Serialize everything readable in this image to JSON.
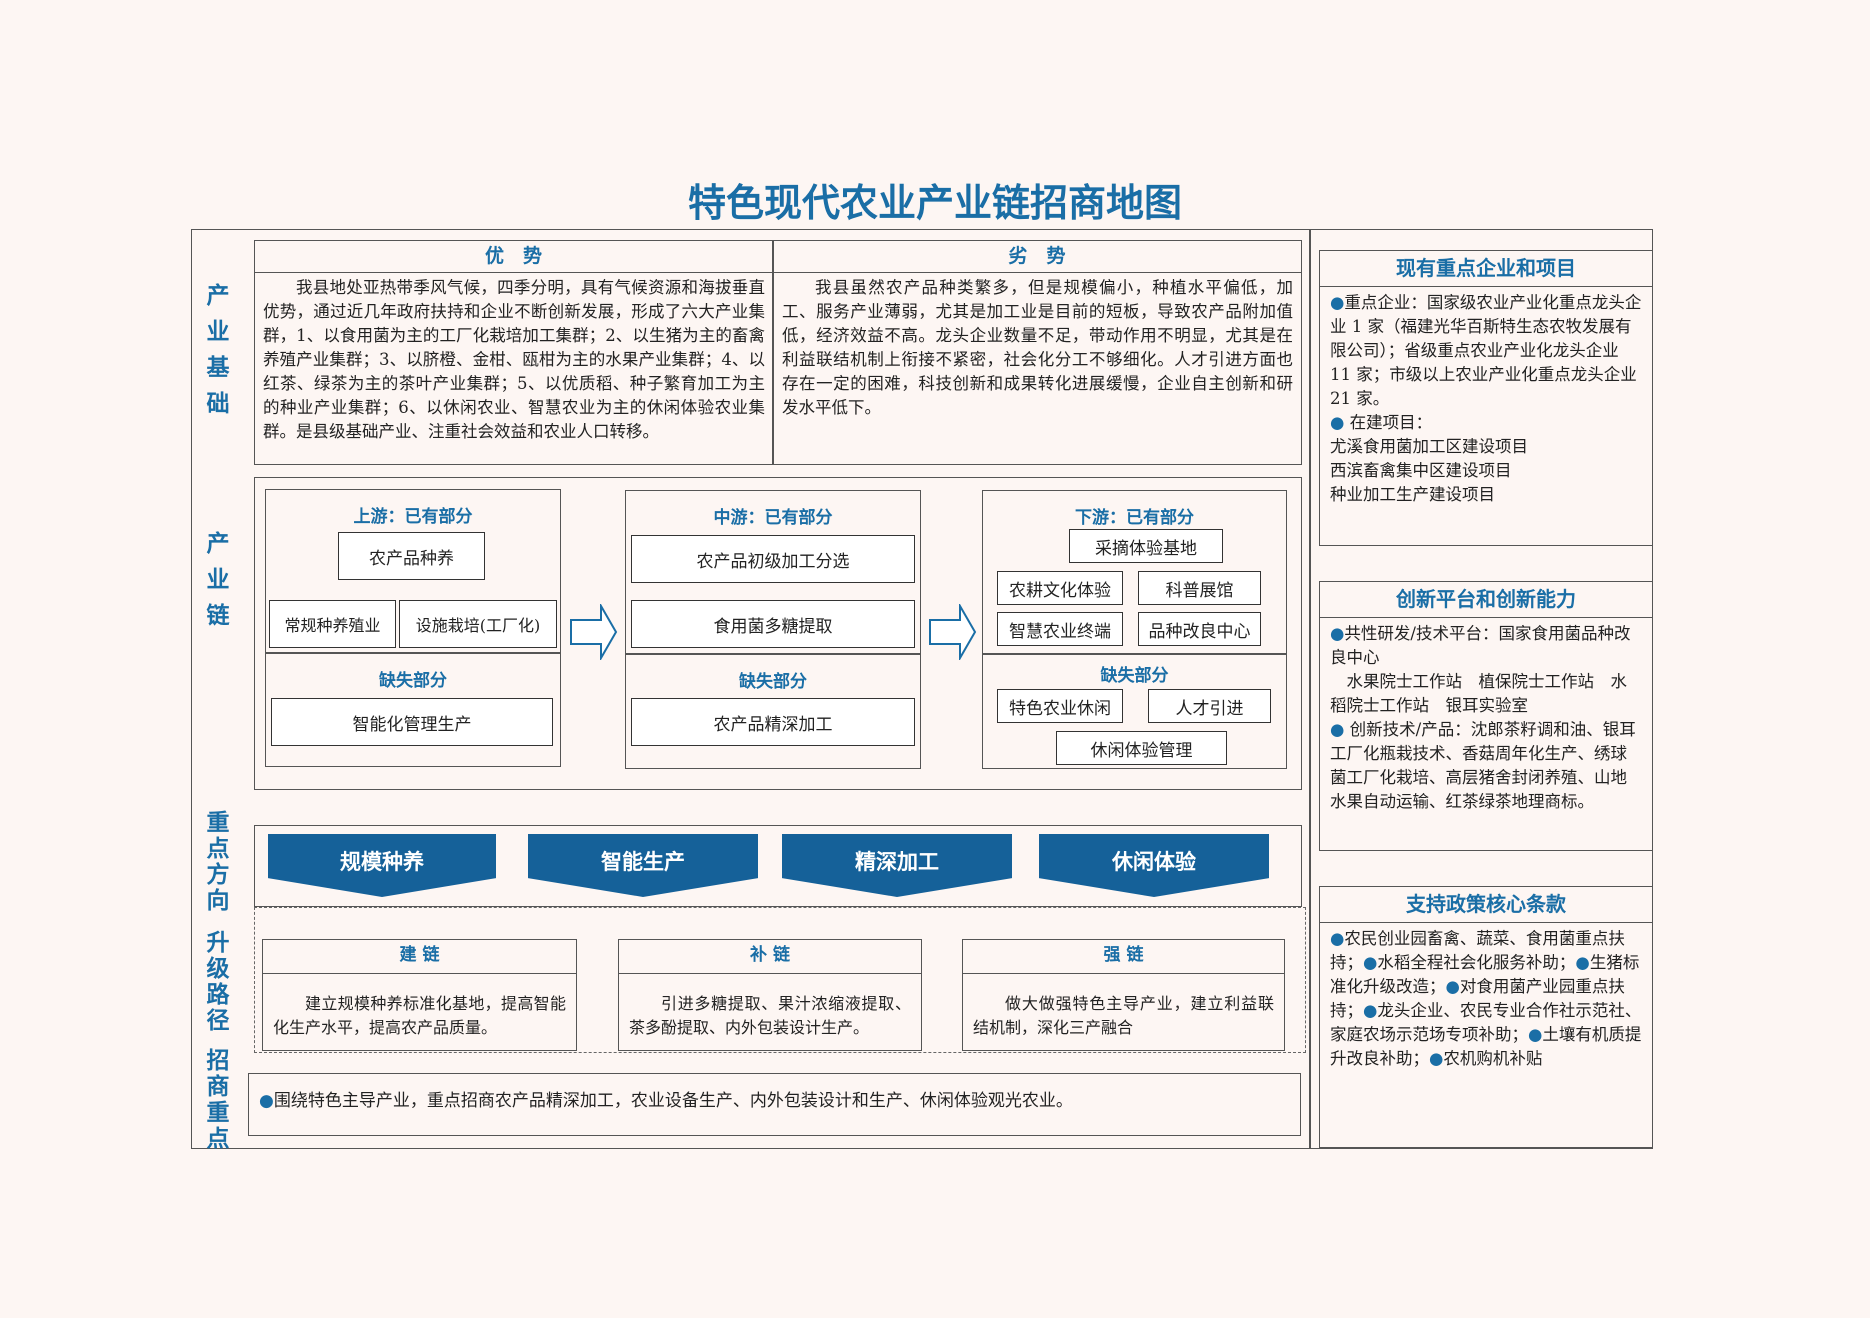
{
  "title": "特色现代农业产业链招商地图",
  "side_labels": {
    "foundation": "产业基础",
    "chain": "产业链",
    "direction": "重点方向",
    "upgrade": "升级路径",
    "investment": "招商重点"
  },
  "foundation": {
    "advantage_title": "优　势",
    "advantage_text": "我县地处亚热带季风气候，四季分明，具有气候资源和海拔垂直优势，通过近几年政府扶持和企业不断创新发展，形成了六大产业集群，1、以食用菌为主的工厂化栽培加工集群；2、以生猪为主的畜禽养殖产业集群；3、以脐橙、金柑、瓯柑为主的水果产业集群；4、以红茶、绿茶为主的茶叶产业集群；5、以优质稻、种子繁育加工为主的种业产业集群；6、以休闲农业、智慧农业为主的休闲体验农业集群。是县级基础产业、注重社会效益和农业人口转移。",
    "disadvantage_title": "劣　势",
    "disadvantage_text": "我县虽然农产品种类繁多，但是规模偏小，种植水平偏低，加工、服务产业薄弱，尤其是加工业是目前的短板，导致农产品附加值低，经济效益不高。龙头企业数量不足，带动作用不明显，尤其是在利益联结机制上衔接不紧密，社会化分工不够细化。人才引进方面也存在一定的困难，科技创新和成果转化进展缓慢，企业自主创新和研发水平低下。"
  },
  "chain": {
    "upstream": {
      "existing_label": "上游：已有部分",
      "items": [
        "农产品种养",
        "常规种养殖业",
        "设施栽培(工厂化)"
      ],
      "missing_label": "缺失部分",
      "missing": [
        "智能化管理生产"
      ]
    },
    "midstream": {
      "existing_label": "中游：已有部分",
      "items": [
        "农产品初级加工分选",
        "食用菌多糖提取"
      ],
      "missing_label": "缺失部分",
      "missing": [
        "农产品精深加工"
      ]
    },
    "downstream": {
      "existing_label": "下游：已有部分",
      "items": [
        "采摘体验基地",
        "农耕文化体验",
        "科普展馆",
        "智慧农业终端",
        "品种改良中心"
      ],
      "missing_label": "缺失部分",
      "missing": [
        "特色农业休闲",
        "人才引进",
        "休闲体验管理"
      ]
    }
  },
  "directions": [
    "规模种养",
    "智能生产",
    "精深加工",
    "休闲体验"
  ],
  "upgrade": [
    {
      "title": "建 链",
      "text": "建立规模种养标准化基地，提高智能化生产水平，提高农产品质量。"
    },
    {
      "title": "补 链",
      "text": "引进多糖提取、果汁浓缩液提取、茶多酚提取、内外包装设计生产。"
    },
    {
      "title": "强 链",
      "text": "做大做强特色主导产业，建立利益联结机制，深化三产融合"
    }
  ],
  "investment": {
    "bullet": "●",
    "text": "围绕特色主导产业，重点招商农产品精深加工，农业设备生产、内外包装设计和生产、休闲体验观光农业。"
  },
  "right": {
    "enterprises": {
      "title": "现有重点企业和项目",
      "lines": [
        "●重点企业：国家级农业产业化重点龙头企业 1 家（福建光华百斯特生态农牧发展有限公司）；省级重点农业产业化龙头企业 11 家；市级以上农业产业化重点龙头企业 21 家。",
        "● 在建项目：",
        "尤溪食用菌加工区建设项目",
        "西滨畜禽集中区建设项目",
        "种业加工生产建设项目"
      ]
    },
    "innovation": {
      "title": "创新平台和创新能力",
      "lines": [
        "●共性研发/技术平台：国家食用菌品种改良中心",
        "　水果院士工作站　植保院士工作站　水稻院士工作站　银耳实验室",
        "● 创新技术/产品：沈郎茶籽调和油、银耳工厂化瓶栽技术、香菇周年化生产、绣球菌工厂化栽培、高层猪舍封闭养殖、山地水果自动运输、红茶绿茶地理商标。"
      ]
    },
    "policy": {
      "title": "支持政策核心条款",
      "lines": [
        "●农民创业园畜禽、蔬菜、食用菌重点扶持；●水稻全程社会化服务补助；●生猪标准化升级改造；●对食用菌产业园重点扶持；●龙头企业、农民专业合作社示范社、家庭农场示范场专项补助；●土壤有机质提升改良补助；●农机购机补贴"
      ]
    }
  },
  "colors": {
    "accent": "#1a6ea6",
    "banner": "#156199",
    "background": "#fdf6f3"
  }
}
